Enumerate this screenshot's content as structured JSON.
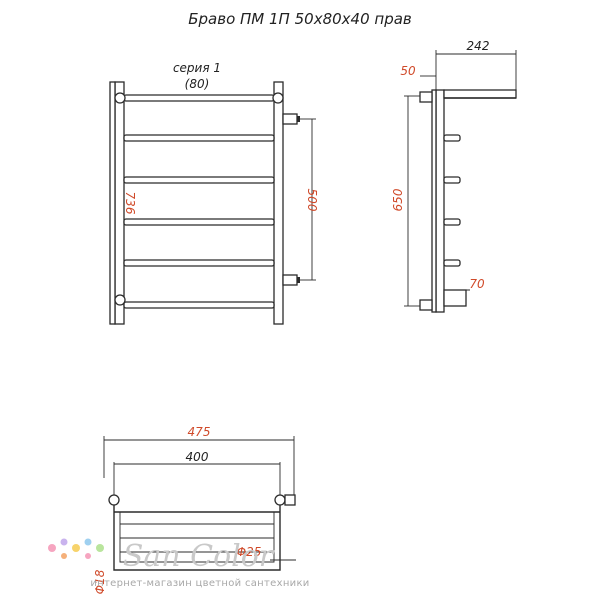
{
  "title": "Браво ПМ 1П 50х80х40 прав",
  "series_label": "серия 1",
  "series_code": "(80)",
  "dimensions": {
    "height_total": "736",
    "center_distance": "500",
    "depth_shelf": "242",
    "offset_wall": "50",
    "height_side": "650",
    "bottom_offset": "70",
    "width_total": "475",
    "width_bars": "400",
    "diameter_pipe": "Φ25",
    "diameter_small": "Φ18"
  },
  "watermark": {
    "brand": "San Color",
    "subtitle": "интернет-магазин цветной сантехники",
    "dot_colors": [
      "#f6a5c0",
      "#f7d36b",
      "#9fd0f0",
      "#b9e59d",
      "#c9b3ee",
      "#f5b07a"
    ]
  },
  "colors": {
    "line": "#2b2b2b",
    "dimension_red": "#d04a2a"
  }
}
